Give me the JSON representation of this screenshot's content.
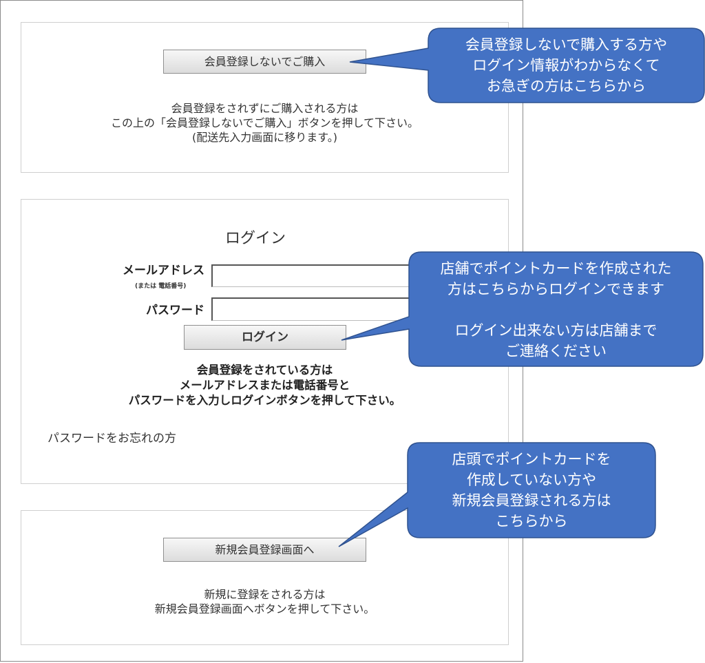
{
  "guest_section": {
    "button_label": "会員登録しないでご購入",
    "note_lines": [
      "会員登録をされずにご購入される方は",
      "この上の「会員登録しないでご購入」ボタンを押して下さい。",
      "(配送先入力画面に移ります。)"
    ]
  },
  "login_section": {
    "title": "ログイン",
    "email_label": "メールアドレス",
    "email_sublabel": "(または 電話番号)",
    "email_value": "",
    "password_label": "パスワード",
    "password_value": "",
    "login_button_label": "ログイン",
    "note_lines": [
      "会員登録をされている方は",
      "メールアドレスまたは電話番号と",
      "パスワードを入力しログインボタンを押して下さい。"
    ],
    "forgot_password_link": "パスワードをお忘れの方"
  },
  "register_section": {
    "button_label": "新規会員登録画面へ",
    "note_lines": [
      "新規に登録をされる方は",
      "新規会員登録画面へボタンを押して下さい。"
    ]
  },
  "callouts": {
    "guest": [
      "会員登録しないで購入する方や",
      "ログイン情報がわからなくて",
      "お急ぎの方はこちらから"
    ],
    "login": [
      "店舗でポイントカードを作成された",
      "方はこちらからログインできます",
      "",
      "ログイン出来ない方は店舗まで",
      "ご連絡ください"
    ],
    "register": [
      "店頭でポイントカードを",
      "作成していない方や",
      "新規会員登録される方は",
      "こちらから"
    ]
  },
  "colors": {
    "callout_fill": "#4472c4",
    "callout_stroke": "#2f528f",
    "panel_border": "#cfcfcf"
  }
}
